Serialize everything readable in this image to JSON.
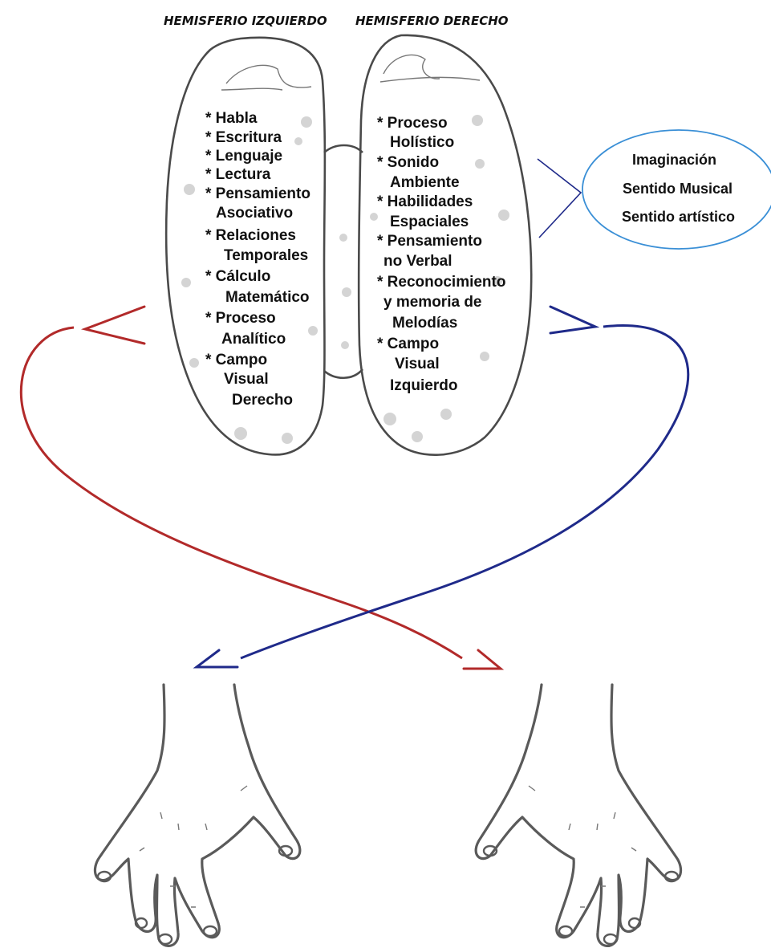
{
  "headers": {
    "left": "HEMISFERIO IZQUIERDO",
    "right": "HEMISFERIO DERECHO"
  },
  "left_list": [
    "* Habla",
    "* Escritura",
    "* Lenguaje",
    "* Lectura",
    "* Pensamiento",
    "Asociativo",
    "* Relaciones",
    "Temporales",
    "* Cálculo",
    "Matemático",
    "* Proceso",
    "Analítico",
    "* Campo",
    "Visual",
    "Derecho"
  ],
  "right_list": [
    "* Proceso",
    "Holístico",
    "* Sonido",
    "Ambiente",
    "* Habilidades",
    "Espaciales",
    "* Pensamiento",
    "no Verbal",
    "* Reconocimiento",
    "y memoria de",
    "Melodías",
    "* Campo",
    "Visual",
    "Izquierdo"
  ],
  "oval": [
    "Imaginación",
    "Sentido Musical",
    "Sentido artístico"
  ],
  "colors": {
    "left_arrow": "#b22a2a",
    "right_arrow": "#1f2a8a",
    "oval_border": "#3a8fd6",
    "outline": "#4a4a4a"
  }
}
